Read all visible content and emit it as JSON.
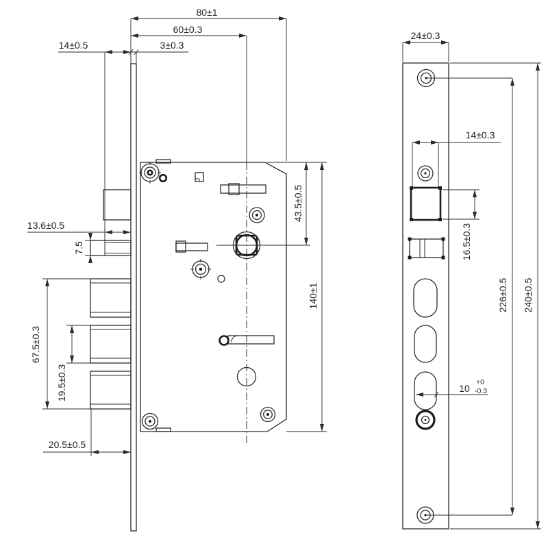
{
  "drawing": {
    "background": "#ffffff",
    "line_color": "#2a2a2a",
    "views": {
      "side_view": {
        "name": "lock-body-side-view",
        "dims": {
          "overall_depth": "80±1",
          "backset": "60±0.3",
          "faceplate_thickness": "3±0.3",
          "latch_projection": "14±0.5",
          "deadbolt_block": "13.6±0.5",
          "latch_bolt_height": "7.5",
          "bolt_group_span": "67.5±0.3",
          "bolt_pitch": "19.5±0.3",
          "bottom_offset": "20.5±0.5",
          "hub_to_top": "43.5±0.5",
          "body_height": "140±1"
        }
      },
      "front_view": {
        "name": "faceplate-front-view",
        "dims": {
          "plate_width": "24±0.3",
          "cutout_width": "14±0.3",
          "cutout_height": "16.5±0.3",
          "screw_hole_spacing": "226±0.5",
          "plate_height": "240±0.5",
          "slot_width_nominal": "10",
          "slot_width_tol_upper": "+0",
          "slot_width_tol_lower": "-0.3"
        }
      }
    }
  }
}
